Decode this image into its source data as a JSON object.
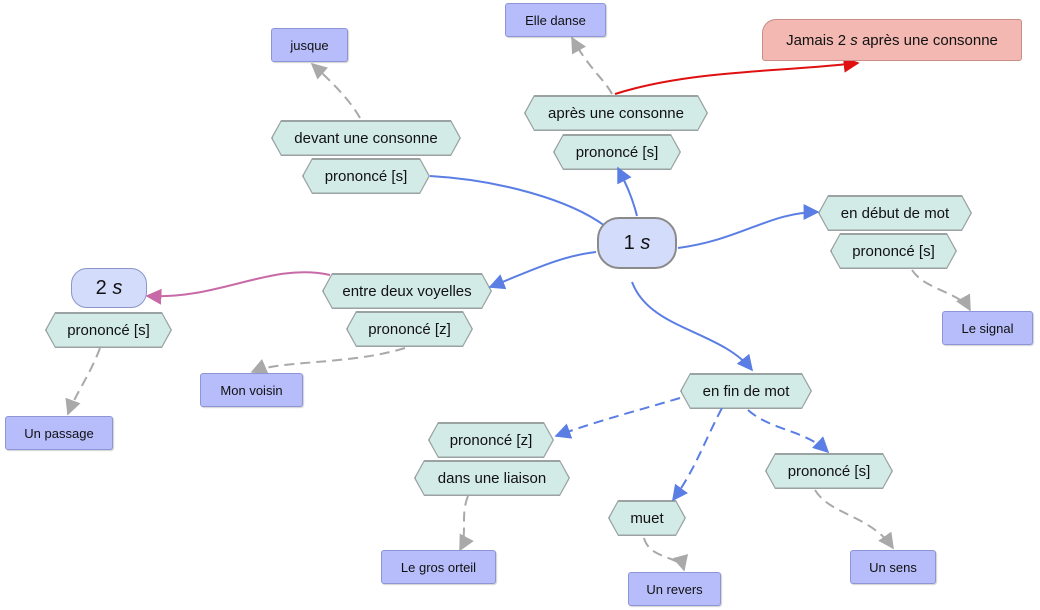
{
  "center": {
    "number": "1",
    "letter": "s"
  },
  "two_s": {
    "number": "2",
    "letter": "s",
    "pron": "prononcé [s]",
    "example": "Un passage"
  },
  "rule": {
    "before": "Jamais 2 ",
    "letter": "s",
    "after": " après une consonne"
  },
  "branches": {
    "before_consonant": {
      "context": "devant une consonne",
      "pron": "prononcé [s]",
      "example": "jusque"
    },
    "after_consonant": {
      "context": "après une consonne",
      "pron": "prononcé [s]",
      "example": "Elle danse"
    },
    "word_start": {
      "context": "en début de mot",
      "pron": "prononcé [s]",
      "example": "Le signal"
    },
    "between_vowels": {
      "context": "entre deux voyelles",
      "pron": "prononcé [z]",
      "example": "Mon voisin"
    },
    "word_end": {
      "context": "en fin de mot",
      "liaison": {
        "pron": "prononcé [z]",
        "context": "dans une liaison",
        "example": "Le gros orteil"
      },
      "mute": {
        "label": "muet",
        "example": "Un revers"
      },
      "sounded": {
        "pron": "prononcé [s]",
        "example": "Un sens"
      }
    }
  },
  "colors": {
    "branch_edge": "#5b7ee5",
    "example_edge": "#a9a9a9",
    "rule_edge": "#e01010",
    "two_s_edge": "#c86aa8",
    "hex_fill": "#d3ebe7",
    "example_fill": "#b6bdfa",
    "center_fill": "#d4dcfb",
    "rule_fill": "#f3b8b2"
  }
}
